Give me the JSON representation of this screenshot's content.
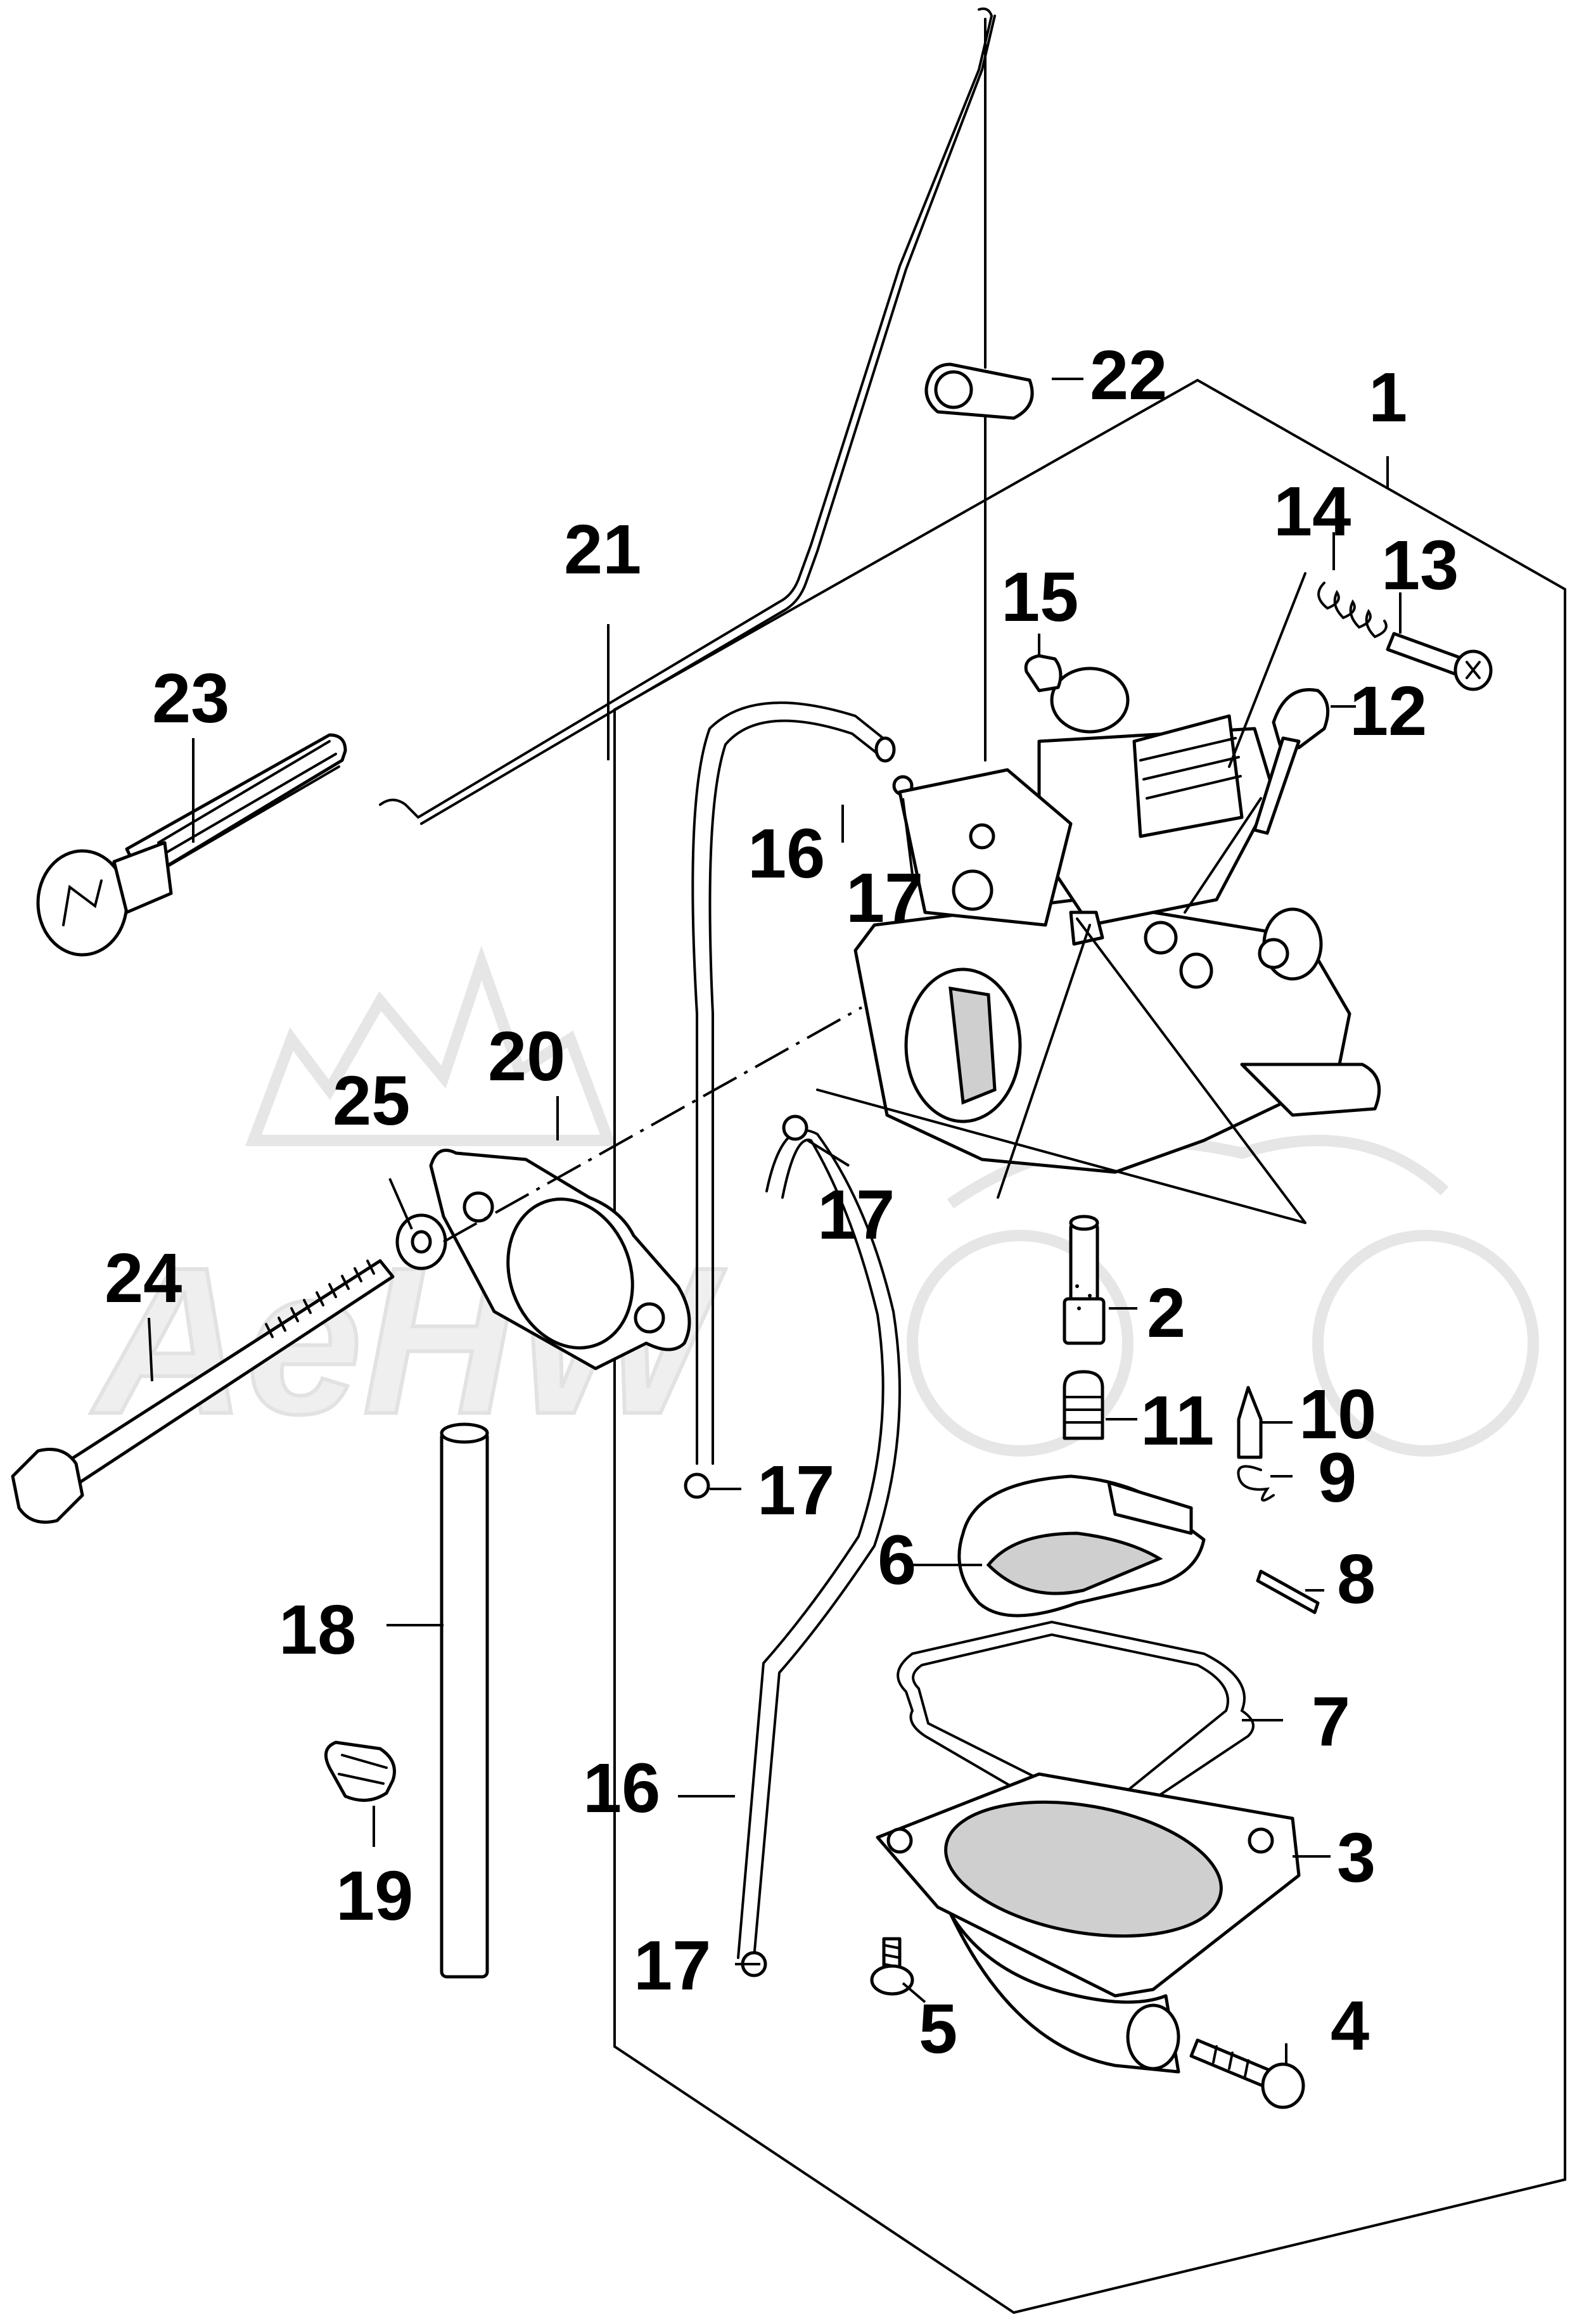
{
  "watermark": {
    "text": "AeHW",
    "color": "#e6e6e6"
  },
  "callouts": {
    "c1": "1",
    "c2": "2",
    "c3": "3",
    "c4": "4",
    "c5": "5",
    "c6": "6",
    "c7": "7",
    "c8": "8",
    "c9": "9",
    "c10": "10",
    "c11": "11",
    "c12": "12",
    "c13": "13",
    "c14": "14",
    "c15": "15",
    "c16a": "16",
    "c16b": "16",
    "c17a": "17",
    "c17b": "17",
    "c17c": "17",
    "c17d": "17",
    "c18": "18",
    "c19": "19",
    "c20": "20",
    "c21": "21",
    "c22": "22",
    "c23": "23",
    "c24": "24",
    "c25": "25"
  }
}
